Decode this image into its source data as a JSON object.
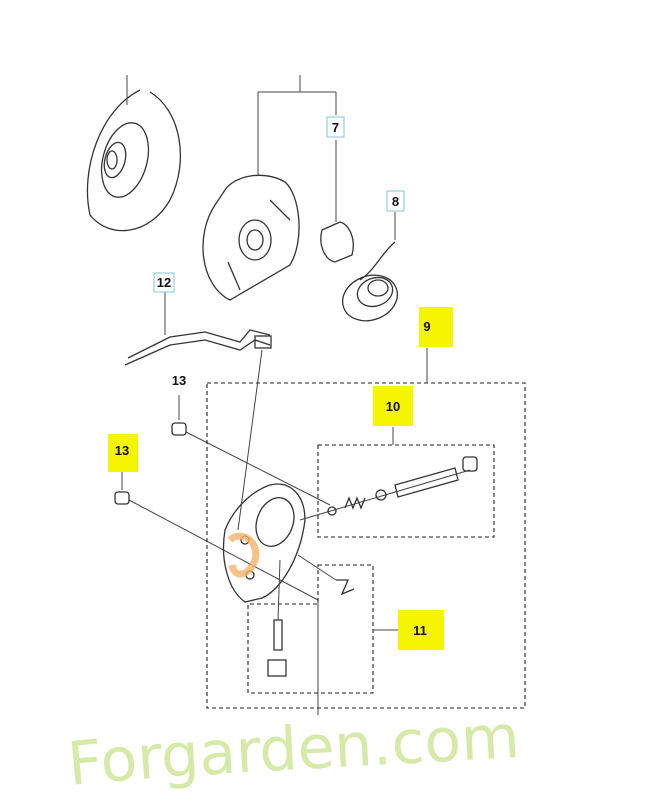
{
  "diagram": {
    "callouts": [
      {
        "id": "7",
        "label": "7",
        "style": "boxed"
      },
      {
        "id": "8",
        "label": "8",
        "style": "boxed"
      },
      {
        "id": "12",
        "label": "12",
        "style": "boxed"
      },
      {
        "id": "9",
        "label": "9",
        "style": "highlighted"
      },
      {
        "id": "13a",
        "label": "13",
        "style": "plain"
      },
      {
        "id": "10",
        "label": "10",
        "style": "highlighted"
      },
      {
        "id": "13b",
        "label": "13",
        "style": "highlighted"
      },
      {
        "id": "11",
        "label": "11",
        "style": "highlighted"
      }
    ],
    "highlight_color": "#f5f500",
    "box_color": "#7fc7d8"
  },
  "watermark": {
    "text": "Forgarden.com",
    "color_green": "#cfe6a0",
    "color_orange": "#f2b36a",
    "color_grey": "#c9c4b8"
  }
}
